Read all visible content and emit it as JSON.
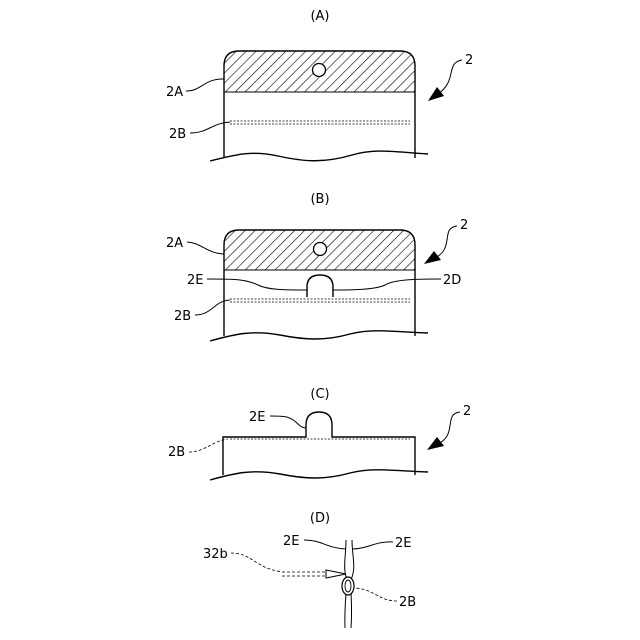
{
  "figures": [
    {
      "id": "A",
      "caption": "(A)",
      "labels": {
        "part": "2",
        "header": "2A",
        "seal": "2B"
      }
    },
    {
      "id": "B",
      "caption": "(B)",
      "labels": {
        "part": "2",
        "header": "2A",
        "tab": "2E",
        "cut": "2D",
        "seal": "2B"
      }
    },
    {
      "id": "C",
      "caption": "(C)",
      "labels": {
        "part": "2",
        "tab": "2E",
        "seal": "2B"
      }
    },
    {
      "id": "D",
      "caption": "(D)",
      "labels": {
        "tab_left": "2E",
        "tab_right": "2E",
        "pin": "32b",
        "seal": "2B"
      }
    }
  ]
}
